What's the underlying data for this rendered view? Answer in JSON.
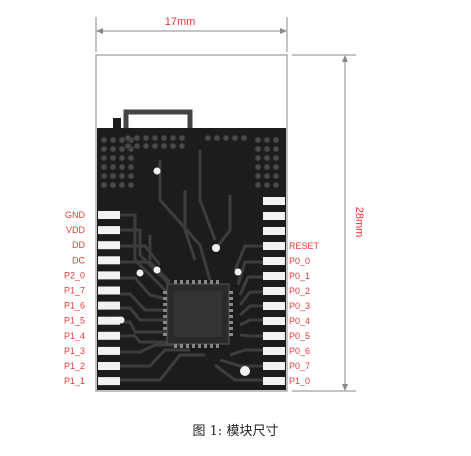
{
  "dimensions": {
    "width_label": "17mm",
    "height_label": "28mm"
  },
  "pins": {
    "left": [
      "GND",
      "VDD",
      "DD",
      "DC",
      "P2_0",
      "P1_7",
      "P1_6",
      "P1_5",
      "P1_4",
      "P1_3",
      "P1_2",
      "P1_1"
    ],
    "right": [
      "RESET",
      "P0_0",
      "P0_1",
      "P0_2",
      "P0_3",
      "P0_4",
      "P0_5",
      "P0_6",
      "P0_7",
      "P1_0"
    ]
  },
  "caption": "图 1: 模块尺寸",
  "colors": {
    "pcb": "#1c1c1c",
    "pad": "#f2f2f2",
    "trace": "#3a3a3a",
    "label": "#e8383d",
    "outline": "#9a9a9a"
  }
}
